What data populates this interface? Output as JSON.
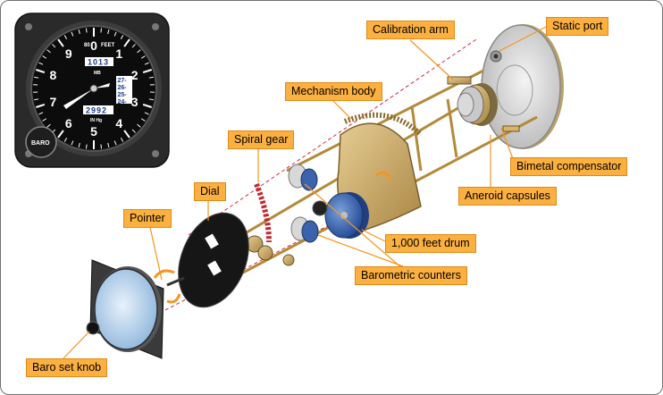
{
  "labels": {
    "calibration_arm": "Calibration arm",
    "static_port": "Static port",
    "mechanism_body": "Mechanism body",
    "spiral_gear": "Spiral gear",
    "bimetal_compensator": "Bimetal compensator",
    "dial": "Dial",
    "aneroid_capsules": "Aneroid capsules",
    "pointer": "Pointer",
    "feet_drum": "1,000 feet drum",
    "barometric_counters": "Barometric counters",
    "baro_set_knob": "Baro set knob"
  },
  "instrument": {
    "numerals": [
      "0",
      "1",
      "2",
      "3",
      "4",
      "5",
      "6",
      "7",
      "8",
      "9"
    ],
    "top_legend_left": "80",
    "top_legend_right": "FEET",
    "mb_counter": "1013",
    "mb_label": "MB",
    "inhg_counter": "2992",
    "inhg_label": "IN Hg",
    "inhg_scale": [
      "27-",
      "26-",
      "25-",
      "24-"
    ],
    "knob_label": "BARO"
  },
  "colors": {
    "callout_fill": "#fbb040",
    "callout_border": "#e08a1a",
    "leader_line": "#f7941d",
    "dashed_guide": "#d7263d",
    "brass": "#c8a35a",
    "drum_blue": "#3b63ad",
    "lens_blue": "#bcd6ef"
  }
}
